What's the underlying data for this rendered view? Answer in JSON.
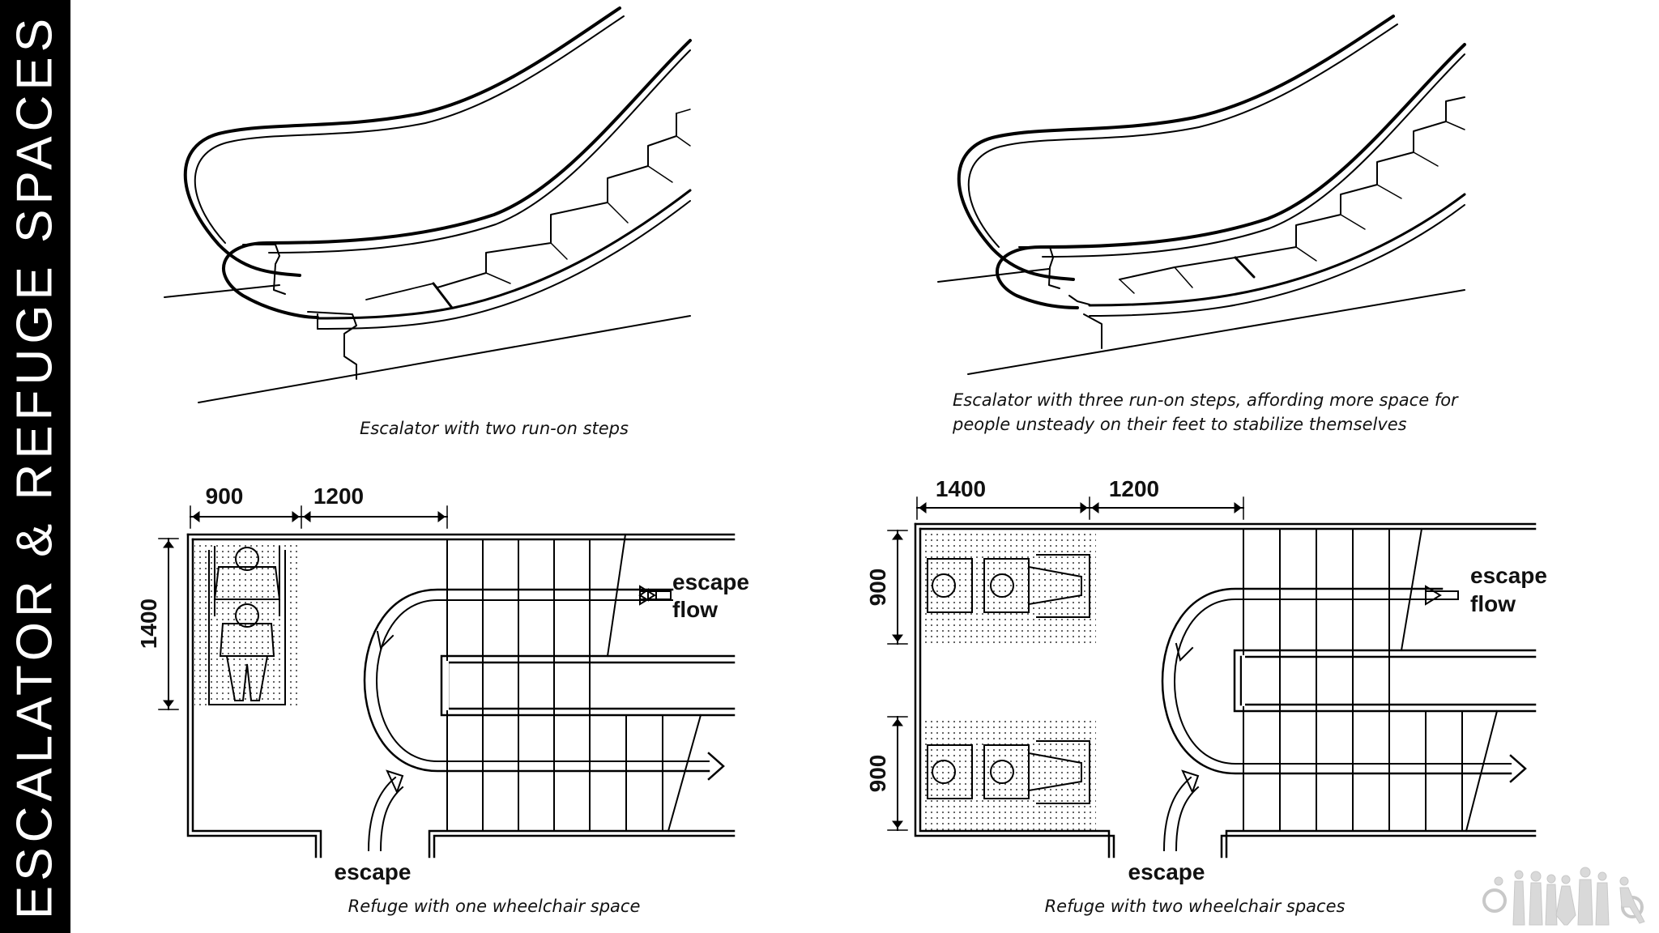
{
  "sidebar": {
    "title": "ESCALATOR & REFUGE SPACES"
  },
  "escalator_two": {
    "caption": "Escalator with two run-on steps"
  },
  "escalator_three": {
    "caption_line1": "Escalator with three run-on steps, affording more space for",
    "caption_line2": "people unsteady on their feet to stabilize themselves"
  },
  "refuge_one": {
    "dim_width_space": "900",
    "dim_width_clear": "1200",
    "dim_depth": "1400",
    "escape_flow_line1": "escape",
    "escape_flow_line2": "flow",
    "escape_label": "escape",
    "caption": "Refuge with one wheelchair space"
  },
  "refuge_two": {
    "dim_width_space": "1400",
    "dim_width_clear": "1200",
    "dim_depth_top": "900",
    "dim_depth_bottom": "900",
    "escape_flow_line1": "escape",
    "escape_flow_line2": "flow",
    "escape_label": "escape",
    "caption": "Refuge with two wheelchair spaces"
  },
  "logo": {
    "name": "accessibility-people-logo"
  }
}
